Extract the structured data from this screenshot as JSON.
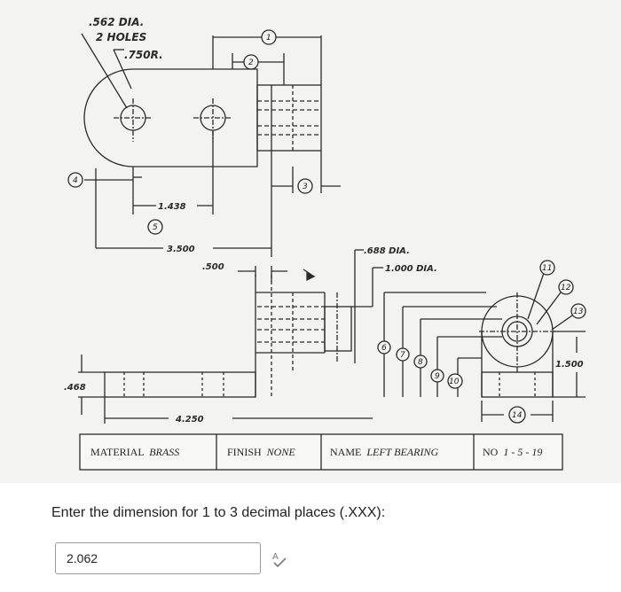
{
  "drawing": {
    "hole_label_1": ".562 DIA.",
    "hole_label_2": "2 HOLES",
    "radius_label": ".750R.",
    "dim_1438": "1.438",
    "dim_3500": "3.500",
    "dim_500": ".500",
    "dim_688": ".688 DIA.",
    "dim_1000": "1.000 DIA.",
    "dim_468": ".468",
    "dim_4250": "4.250",
    "dim_1500": "1.500",
    "callouts": [
      "1",
      "2",
      "3",
      "4",
      "5",
      "6",
      "7",
      "8",
      "9",
      "10",
      "11",
      "12",
      "13",
      "14"
    ]
  },
  "title_block": {
    "material_label": "MATERIAL",
    "material_value": "BRASS",
    "finish_label": "FINISH",
    "finish_value": "NONE",
    "name_label": "NAME",
    "name_value": "LEFT BEARING",
    "no_label": "NO",
    "no_value": "1 - 5 - 19"
  },
  "question": {
    "prompt": "Enter the dimension for 1 to 3 decimal places (.XXX):",
    "answer_value": "2.062"
  }
}
